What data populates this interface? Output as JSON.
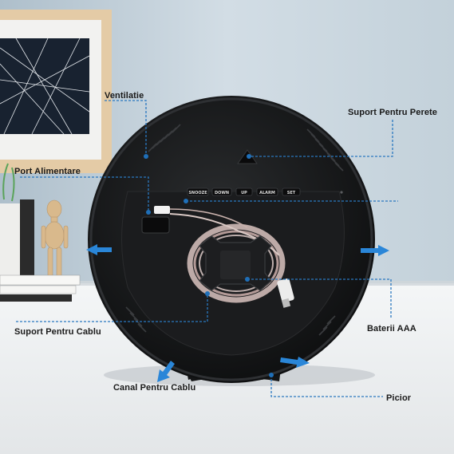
{
  "labels": {
    "ventilatie": "Ventilatie",
    "suport_perete": "Suport Pentru Perete",
    "port_alimentare": "Port Alimentare",
    "suport_cablu": "Suport Pentru Cablu",
    "baterii": "Baterii AAA",
    "canal_cablu": "Canal Pentru Cablu",
    "picior": "Picior"
  },
  "buttons": [
    "SNOOZE",
    "DOWN",
    "UP",
    "ALARM",
    "SET"
  ],
  "colors": {
    "wall": "#c9d7e0",
    "shelf": "#eef0f1",
    "clock_body": "#151617",
    "arrow": "#2a86d8",
    "leader": "#2a78c0",
    "frame": "#e2c9a2"
  }
}
